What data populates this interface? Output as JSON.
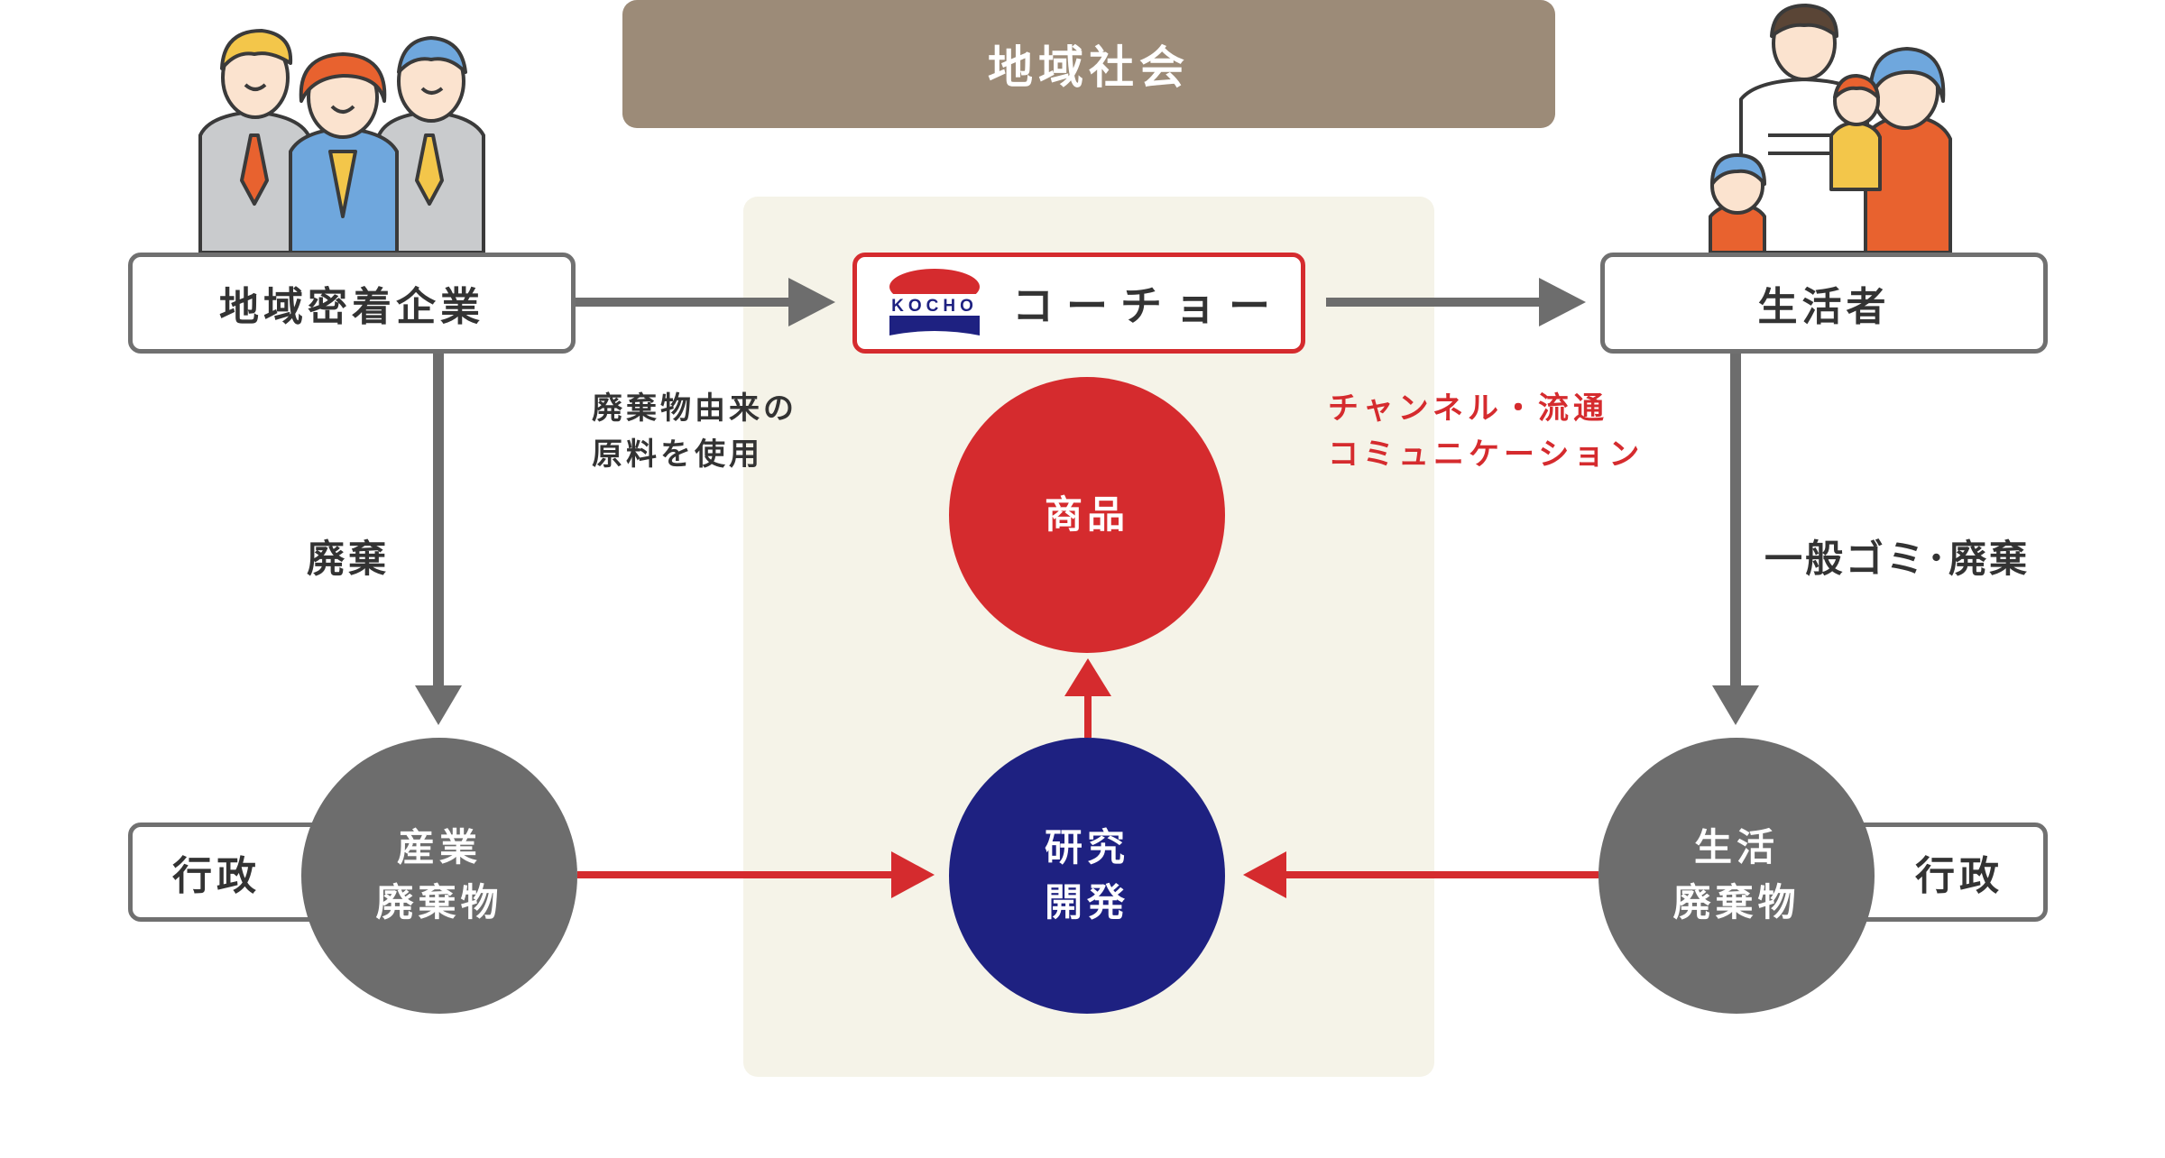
{
  "title": "地域社会",
  "nodes": {
    "local_company": "地域密着企業",
    "kocho": {
      "logo_text": "KOCHO",
      "name": "コーチョー"
    },
    "consumer": "生活者",
    "product": "商品",
    "rd": {
      "line1": "研究",
      "line2": "開発"
    },
    "industrial_waste": {
      "line1": "産業",
      "line2": "廃棄物"
    },
    "household_waste": {
      "line1": "生活",
      "line2": "廃棄物"
    },
    "admin_left": "行政",
    "admin_right": "行政"
  },
  "labels": {
    "waste_raw": {
      "line1": "廃棄物由来の",
      "line2": "原料を使用"
    },
    "channel": {
      "line1": "チャンネル・流通",
      "line2": "コミュニケーション"
    },
    "discard": "廃棄",
    "general_discard": "一般ゴミ･廃棄"
  },
  "colors": {
    "title_bar": "#9c8b78",
    "panel": "#f5f3e8",
    "red": "#d52b2e",
    "navy": "#1e2181",
    "gray": "#6d6d6d",
    "box_border": "#707070"
  },
  "illustrations": {
    "left": "business-people-illustration",
    "right": "family-illustration"
  }
}
